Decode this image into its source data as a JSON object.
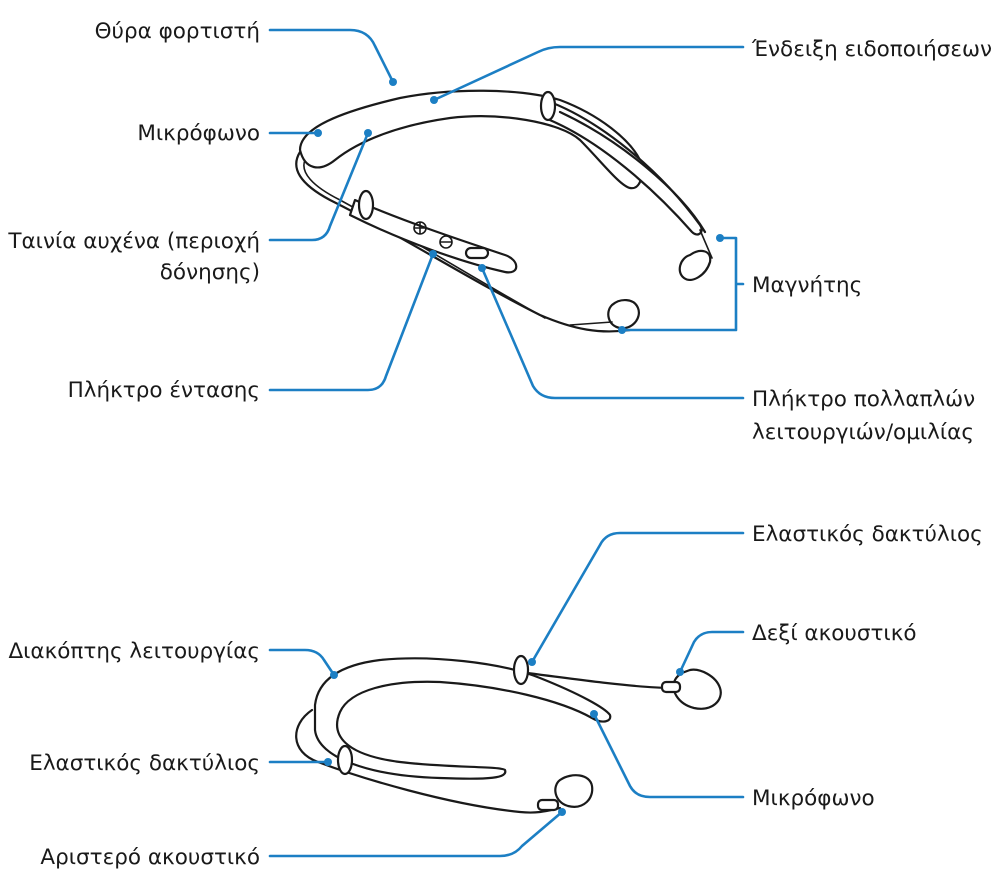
{
  "top_view": {
    "labels": {
      "charger_port": "Θύρα φορτιστή",
      "notification_indicator": "Ένδειξη ειδοποιήσεων",
      "microphone": "Μικρόφωνο",
      "neckband_line1": "Ταινία αυχένα (περιοχή",
      "neckband_line2": "δόνησης)",
      "magnet": "Μαγνήτης",
      "volume_key": "Πλήκτρο έντασης",
      "multi_key_line1": "Πλήκτρο πολλαπλών",
      "multi_key_line2": "λειτουργιών/ομιλίας"
    }
  },
  "bottom_view": {
    "labels": {
      "elastic_ring_right": "Ελαστικός δακτύλιος",
      "power_switch": "Διακόπτης λειτουργίας",
      "right_earbud": "Δεξί ακουστικό",
      "elastic_ring_left": "Ελαστικός δακτύλιος",
      "microphone": "Μικρόφωνο",
      "left_earbud": "Αριστερό ακουστικό"
    }
  },
  "colors": {
    "leader_line": "#1c7fc4",
    "outline": "#1a1a1a",
    "text": "#1a1a1a"
  }
}
